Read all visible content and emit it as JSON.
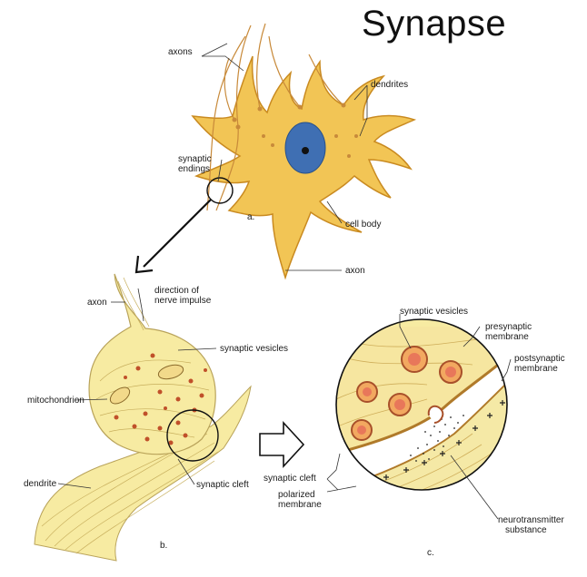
{
  "title": "Synapse",
  "panels": {
    "a": "a.",
    "b": "b.",
    "c": "c."
  },
  "labels": {
    "axons": "axons",
    "dendrites": "dendrites",
    "synaptic_endings": [
      "synaptic",
      "endings"
    ],
    "cell_body": "cell body",
    "axon_a": "axon",
    "axon_b": "axon",
    "direction": [
      "direction of",
      "nerve impulse"
    ],
    "synaptic_vesicles_b": "synaptic vesicles",
    "mitochondrion": "mitochondrion",
    "dendrite": "dendrite",
    "synaptic_cleft_b": "synaptic cleft",
    "synaptic_vesicles_c": "synaptic vesicles",
    "presynaptic": [
      "presynaptic",
      "membrane"
    ],
    "postsynaptic": [
      "postsynaptic",
      "membrane"
    ],
    "synaptic_cleft_c": "synaptic cleft",
    "polarized": [
      "polarized",
      "membrane"
    ],
    "neurotransmitter": [
      "neurotransmitter",
      "substance"
    ]
  },
  "colors": {
    "cell": "#f2c555",
    "cell_outline": "#c98a20",
    "nucleus": "#3f6fb3",
    "tissue": "#f7eba2",
    "vesicle": "#c0502a",
    "line": "#5a3a1a"
  }
}
